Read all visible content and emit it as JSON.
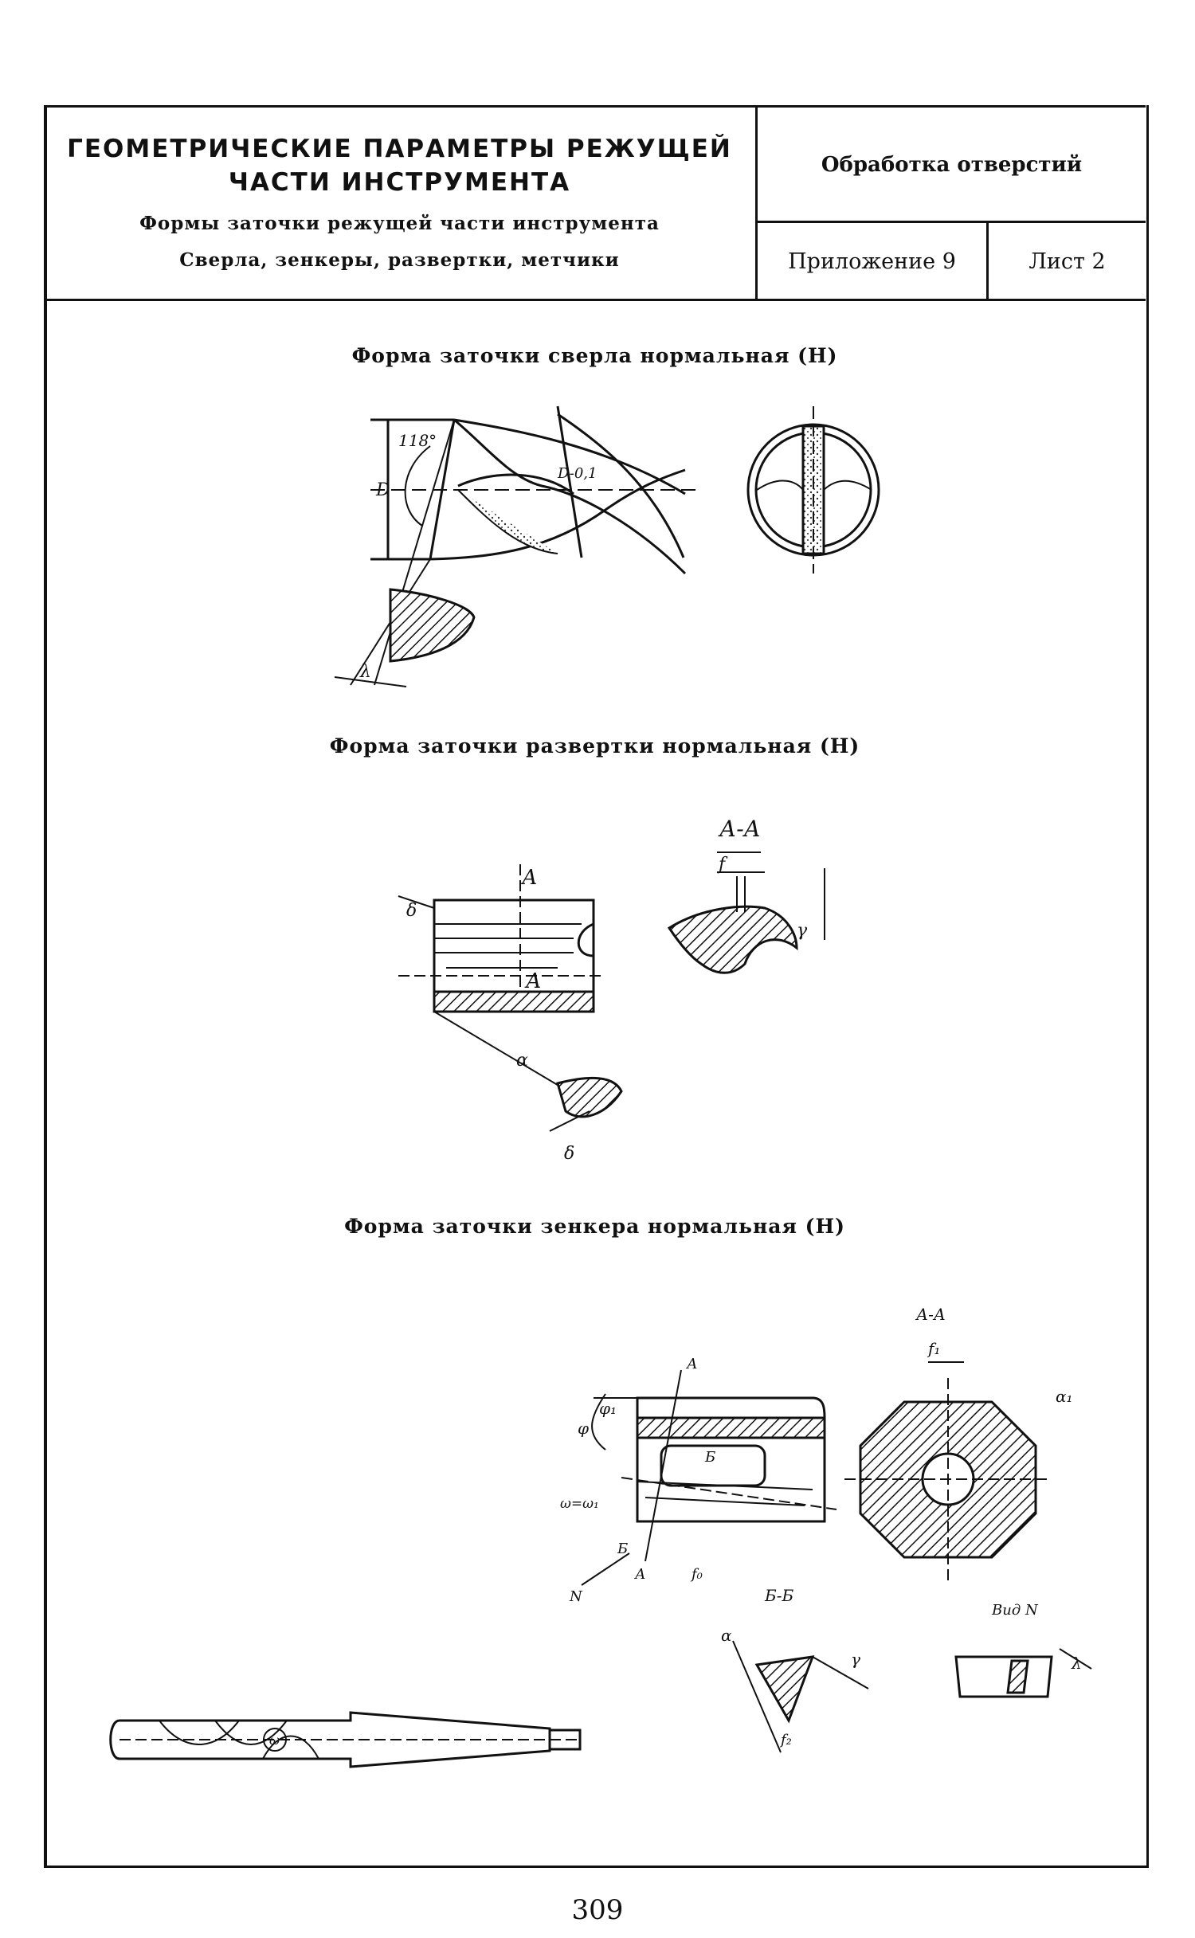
{
  "header": {
    "title_line1": "ГЕОМЕТРИЧЕСКИЕ ПАРАМЕТРЫ РЕЖУЩЕЙ",
    "title_line2": "ЧАСТИ ИНСТРУМЕНТА",
    "subtitle_line1": "Формы заточки режущей части инструмента",
    "subtitle_line2": "Сверла, зенкеры, развертки, метчики",
    "section": "Обработка отверстий",
    "appendix": "Приложение 9",
    "sheet": "Лист 2"
  },
  "sections": {
    "drill_title": "Форма заточки сверла нормальная (Н)",
    "reamer_title": "Форма заточки развертки нормальная (Н)",
    "countersink_title": "Форма заточки зенкера нормальная (Н)"
  },
  "labels": {
    "angle_118": "118°",
    "dim_D": "D",
    "dim_D01": "D-0,1",
    "lambda": "λ",
    "section_AA": "А-А",
    "A": "А",
    "f": "f",
    "gamma": "γ",
    "alpha": "α",
    "delta": "δ",
    "section_AA_countersink": "А-А",
    "f1": "f₁",
    "alpha1": "α₁",
    "phi": "φ",
    "phi1": "φ₁",
    "omega_eq": "ω=ω₁",
    "B": "Б",
    "N": "N",
    "f0": "f₀",
    "section_BB": "Б-Б",
    "f2": "f₂",
    "view_N": "Вид N",
    "omega": "ω"
  },
  "page_number": "309"
}
